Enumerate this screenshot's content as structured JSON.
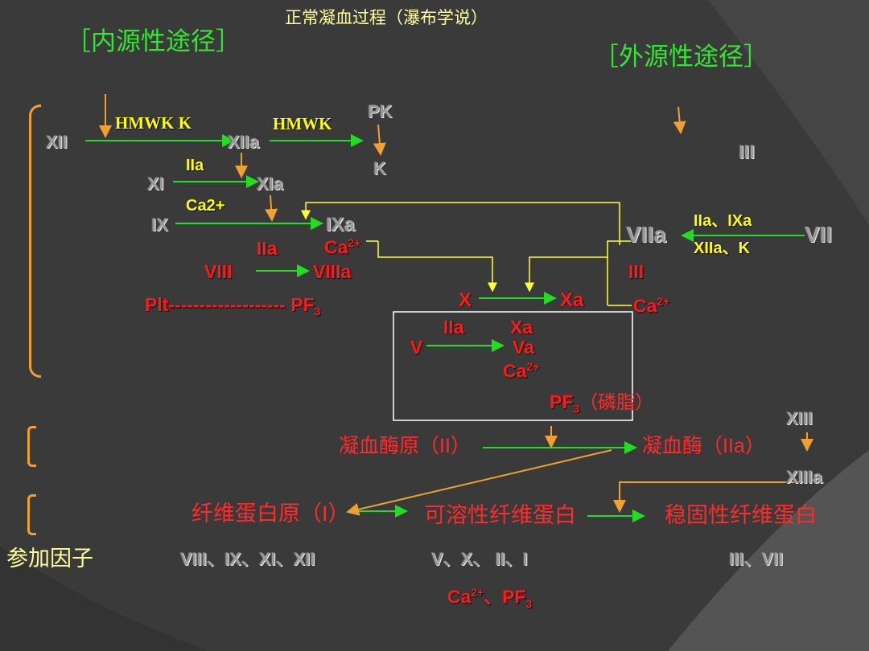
{
  "title": "正常凝血过程（瀑布学说）",
  "intrinsic_label": "［内源性途径］",
  "extrinsic_label": "［外源性途径］",
  "colors": {
    "background": "#3a3a3a",
    "green_arrow": "#22dd22",
    "orange_arrow": "#f0a030",
    "yellow_line": "#ffff33",
    "red_text": "#ff1a1a",
    "title_color": "#ffff99",
    "pathway_label": "#33e633"
  },
  "intrinsic": {
    "xii": "XII",
    "xiia": "XIIa",
    "hmwk_k": "HMWK  K",
    "hmwk": "HMWK",
    "pk": "PK",
    "k": "K",
    "xi": "XI",
    "iia_1": "IIa",
    "xia": "XIa",
    "ix": "IX",
    "ca2_plain": "Ca2+",
    "ixa": "IXa",
    "iia_2": "IIa",
    "ca_base": "Ca",
    "ca_sup": "2+",
    "viii": "VIII",
    "viiia": "VIIIa",
    "plt": "Plt-------------------",
    "pf_base": "PF",
    "pf_sub": "3"
  },
  "extrinsic": {
    "iii_top": "III",
    "viia": "VIIa",
    "vii": "VII",
    "iia_ixa": "IIa、IXa",
    "xiia_k": "XIIa、K",
    "iii": "III",
    "ca_base": "Ca",
    "ca_sup": "2+"
  },
  "common": {
    "x": "X",
    "xa": "Xa",
    "iia": "IIa",
    "xa_2": "Xa",
    "v": "V",
    "va": "Va",
    "ca_base": "Ca",
    "ca_sup": "2+",
    "pf_base": "PF",
    "pf_sub": "3",
    "phospholipid": "（磷脂）",
    "xiii": "XIII",
    "xiiia": "XIIIa"
  },
  "stage2": {
    "prothrombin": "凝血酶原（II）",
    "thrombin": "凝血酶（IIa）"
  },
  "stage3": {
    "fibrinogen": "纤维蛋白原（I）",
    "soluble_fibrin": "可溶性纤维蛋白",
    "stable_fibrin": "稳固性纤维蛋白"
  },
  "factors": {
    "label": "参加因子",
    "group1": "VIII、IX、XI、XII",
    "group2": "V、X、 II、I",
    "group3": "III、VII",
    "ca_base": "Ca",
    "ca_sup": "2+",
    "sep": "、",
    "pf_base": "PF",
    "pf_sub": "3"
  }
}
